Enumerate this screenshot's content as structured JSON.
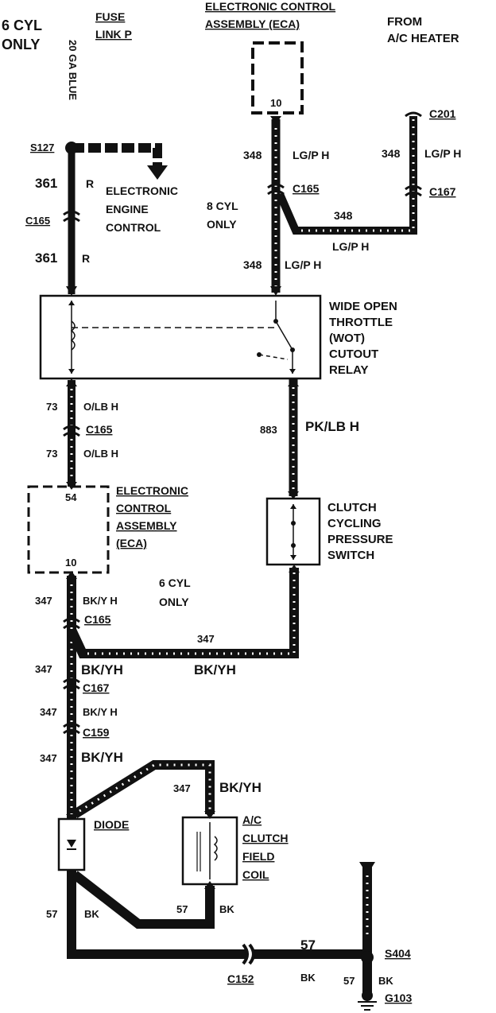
{
  "notes": {
    "six_cyl_only_top": [
      "6 CYL",
      "ONLY"
    ],
    "eight_cyl_only": [
      "8 CYL",
      "ONLY"
    ],
    "six_cyl_only_mid": [
      "6 CYL",
      "ONLY"
    ]
  },
  "fuse_link": [
    "FUSE",
    "LINK P"
  ],
  "wire_20ga": "20 GA BLUE",
  "eca_top": {
    "title": [
      "ELECTRONIC CONTROL",
      "ASSEMBLY (ECA)"
    ],
    "pin": "10"
  },
  "from_ac_heater": [
    "FROM",
    "A/C HEATER"
  ],
  "splice_s127": "S127",
  "eec_label": [
    "ELECTRONIC",
    "ENGINE",
    "CONTROL"
  ],
  "circuits": {
    "c361a": "361",
    "c361a_color": "R",
    "c361b": "361",
    "c361b_color": "R",
    "c348a": "348",
    "c348a_color": "LG/P H",
    "c348b": "348",
    "c348b_color": "LG/P H",
    "c348c": "348",
    "c348c_color": "LG/P H",
    "c348d": "348",
    "c73a": "73",
    "c73a_color": "O/LB H",
    "c73b": "73",
    "c73b_color": "O/LB H",
    "c883": "883",
    "c883_color": "PK/LB H",
    "c347a": "347",
    "c347a_color": "BK/Y H",
    "c347b": "347",
    "c347c": "347",
    "c347c_color": "BK/YH",
    "c347h_color": "BK/YH",
    "c347d": "347",
    "c347d_color": "BK/Y H",
    "c347e": "347",
    "c347e_color": "BK/YH",
    "c347f": "347",
    "c347f_color": "BK/YH",
    "c57a": "57",
    "c57a_color": "BK",
    "c57b": "57",
    "c57b_color": "BK",
    "c57c": "57",
    "c57c_color": "BK",
    "c57d": "57",
    "c57d_color": "BK"
  },
  "connectors": {
    "c165_left_top": "C165",
    "c165_right": "C165",
    "c201": "C201",
    "c167_right": "C167",
    "c165_left_mid": "C165",
    "c165_lower": "C165",
    "c167_lower": "C167",
    "c159": "C159",
    "c152": "C152"
  },
  "wot_relay": [
    "WIDE OPEN",
    "THROTTLE",
    "(WOT)",
    "CUTOUT",
    "RELAY"
  ],
  "eca_mid": {
    "title": [
      "ELECTRONIC",
      "CONTROL",
      "ASSEMBLY",
      "(ECA)"
    ],
    "pin_top": "54",
    "pin_bottom": "10"
  },
  "clutch_switch": [
    "CLUTCH",
    "CYCLING",
    "PRESSURE",
    "SWITCH"
  ],
  "diode": "DIODE",
  "ac_clutch": [
    "A/C",
    "CLUTCH",
    "FIELD",
    "COIL"
  ],
  "splice_s404": "S404",
  "ground_g103": "G103"
}
